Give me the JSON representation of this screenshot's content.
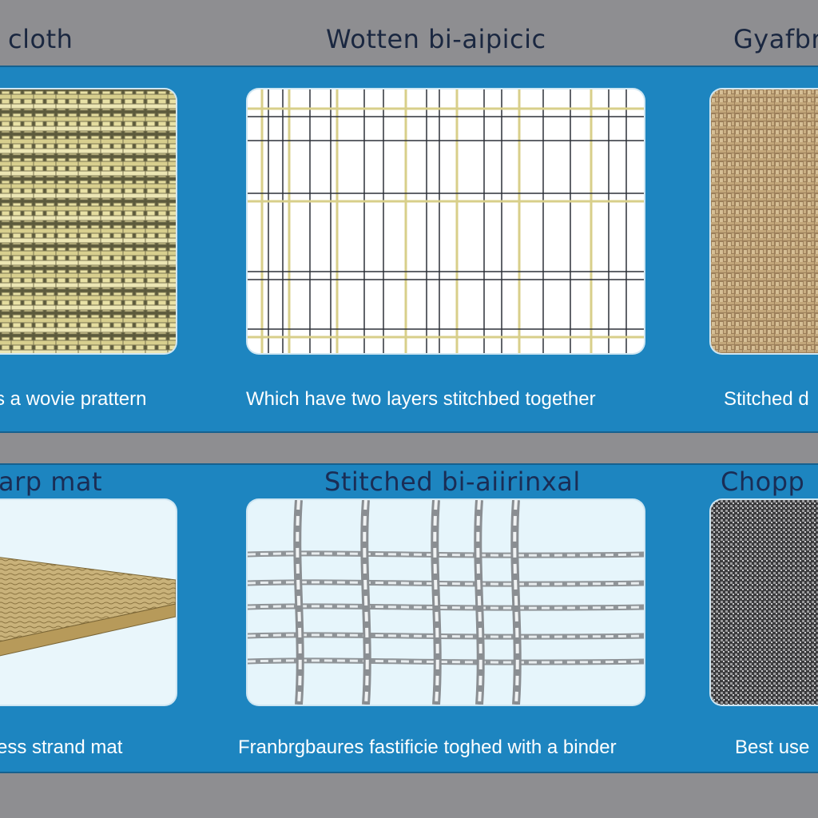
{
  "row1": {
    "titles": [
      "cloth",
      "Wotten  bi-aipicic",
      "Gyafbr"
    ],
    "captions": [
      "s  a wovie prattern",
      "Which have  two  layers stitchbed together",
      "Stitched d"
    ]
  },
  "row2": {
    "titles": [
      "arp mat",
      "Stitched  bi-aiirinxal",
      "Chopp"
    ],
    "captions": [
      "ess  strand mat",
      "Franbrgbaures fastificie toghed with a binder",
      "Best  use"
    ]
  },
  "colors": {
    "panel": "#1d85c0",
    "background": "#8f8f92",
    "title_text": "#1a2740",
    "caption_text": "#ffffff"
  }
}
